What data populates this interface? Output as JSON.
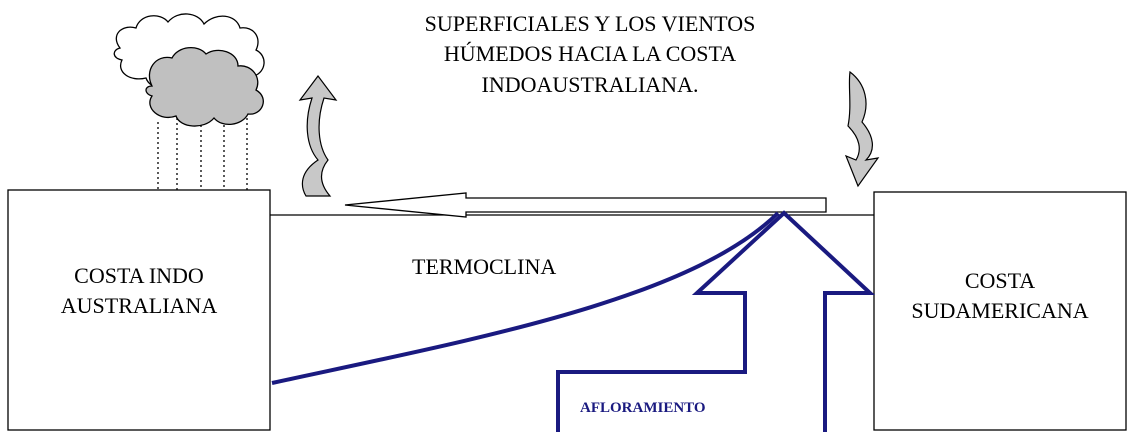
{
  "header": {
    "lines": [
      "SUPERFICIALES Y LOS VIENTOS",
      "HÚMEDOS HACIA LA COSTA",
      "INDOAUSTRALIANA."
    ]
  },
  "boxes": {
    "left_lines": [
      "COSTA INDO",
      "AUSTRALIANA"
    ],
    "right_lines": [
      "COSTA",
      "SUDAMERICANA"
    ]
  },
  "labels": {
    "thermocline": "TERMOCLINA",
    "upwelling": "AFLORAMIENTO"
  },
  "colors": {
    "upwelling": "#1a1a80",
    "cloud": "#c0c0c0",
    "curved_arrow": "#c8c8c8",
    "outline": "#000000"
  }
}
